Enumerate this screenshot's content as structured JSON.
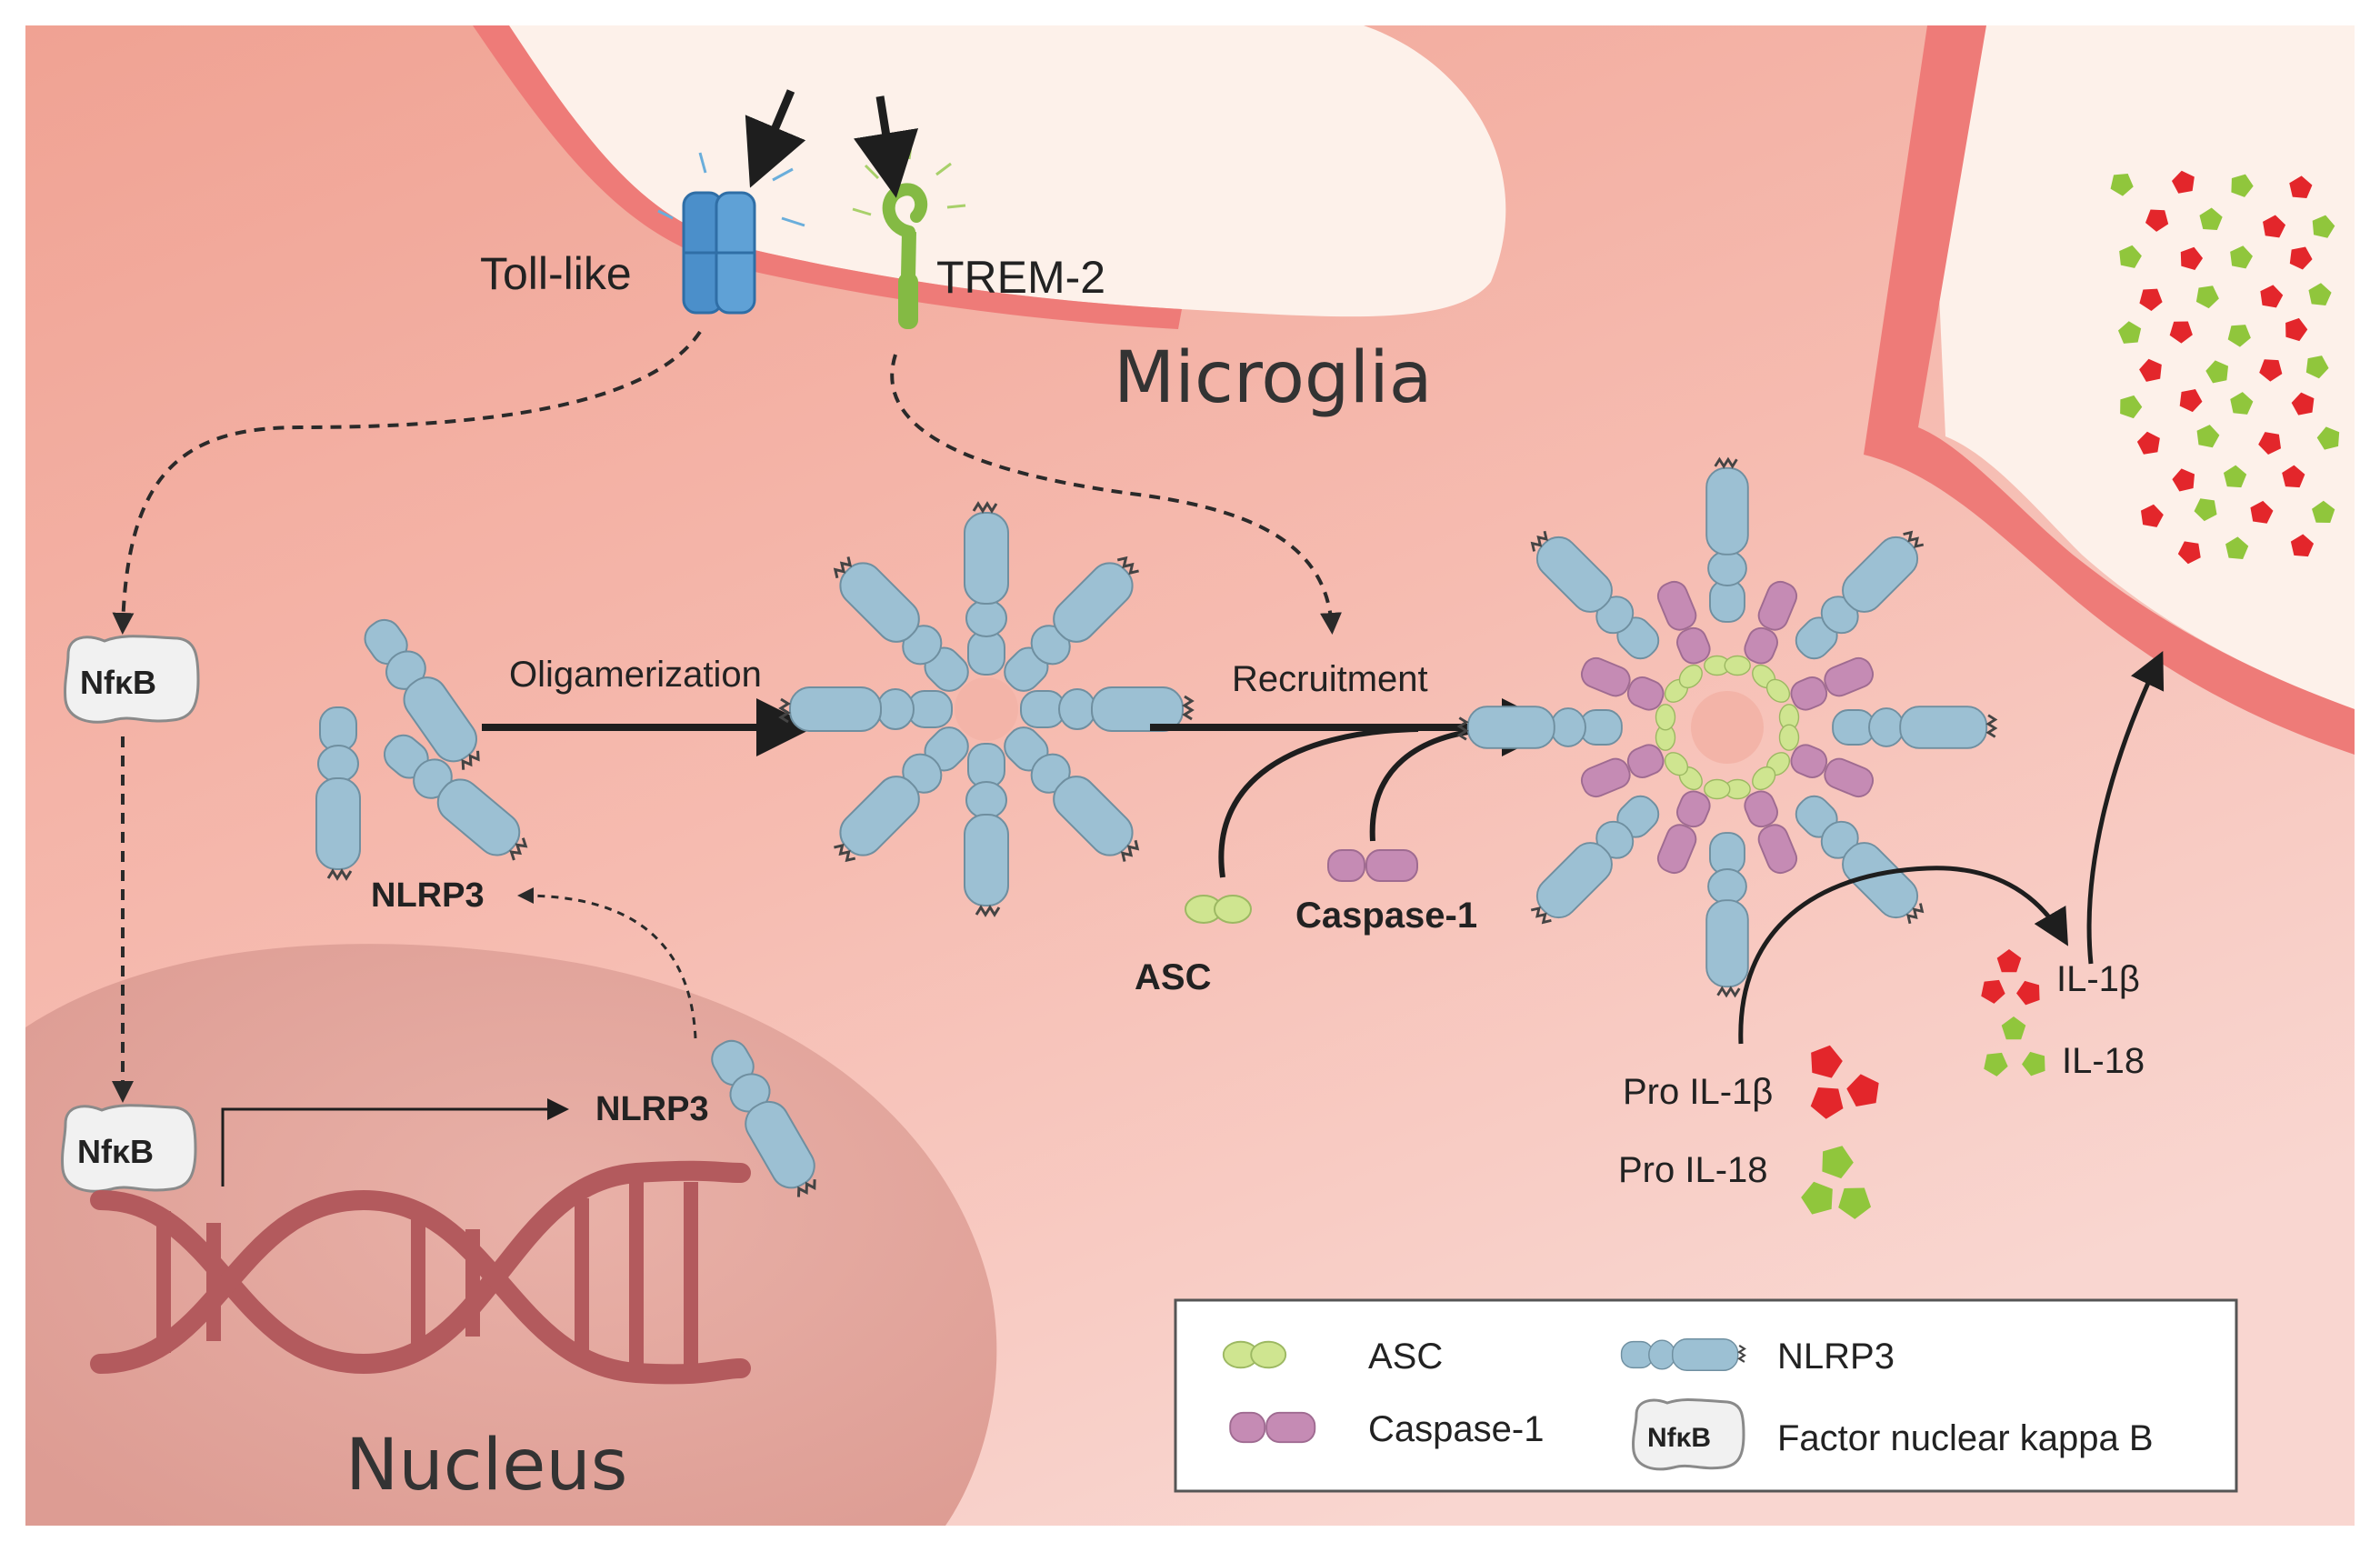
{
  "colors": {
    "background": "#ffffff",
    "cell": "#f2a89a",
    "nucleus": "#e3a69d",
    "extracellular": "#fdf1ea",
    "nlrp3": "#9cc0d3",
    "asc": "#cfe590",
    "caspase": "#c58bb4",
    "il1b": "#e3262b",
    "il18": "#90c63c",
    "toll_like": "#4b8fca",
    "trem2": "#84ba44",
    "dna": "#b35a5d"
  },
  "receptors": {
    "toll_like": "Toll-like",
    "trem2": "TREM-2"
  },
  "compartments": {
    "cell": "Microglia",
    "nucleus": "Nucleus"
  },
  "nfkb": {
    "label": "NfκB"
  },
  "labels": {
    "nlrp3_cytoplasm": "NLRP3",
    "nlrp3_nucleus": "NLRP3",
    "oligomerization": "Oligamerization",
    "recruitment": "Recruitment",
    "asc": "ASC",
    "caspase1": "Caspase-1",
    "pro_il1b": "Pro IL-1β",
    "pro_il18": "Pro IL-18",
    "il1b": "IL-1β",
    "il18": "IL-18"
  },
  "legend": {
    "asc": "ASC",
    "caspase1": "Caspase-1",
    "nlrp3": "NLRP3",
    "nfkb_badge": "NfκB",
    "nfkb": "Factor nuclear kappa B"
  }
}
